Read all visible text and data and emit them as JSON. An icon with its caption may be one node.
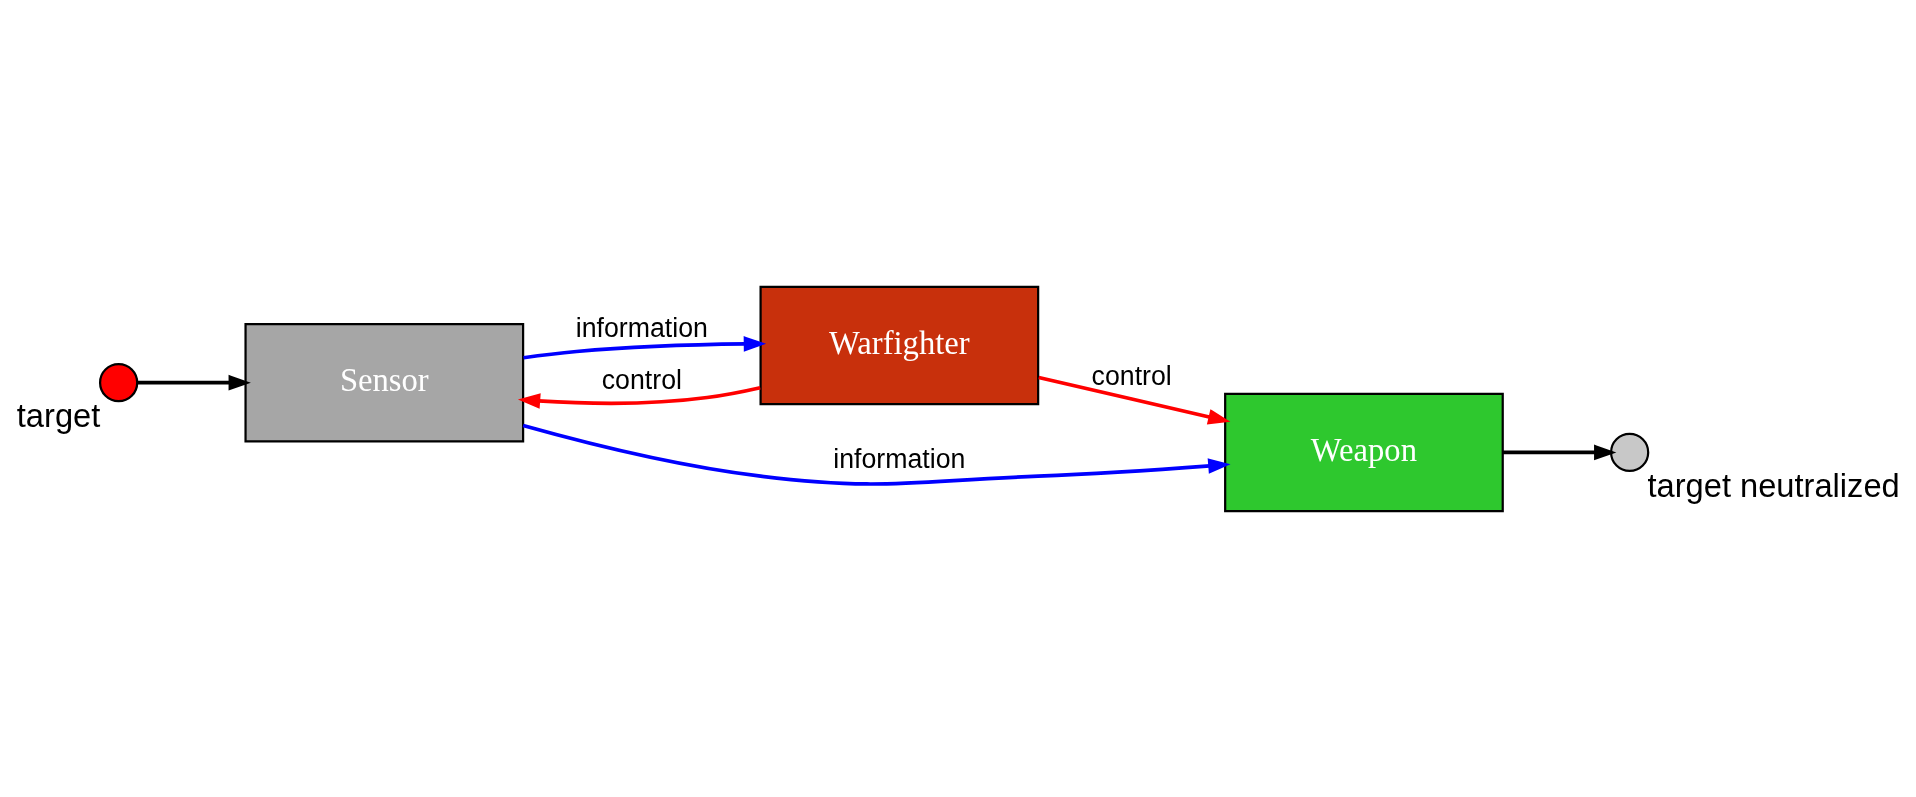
{
  "diagram": {
    "nodes": [
      {
        "text": [],
        "shape": "circle",
        "beside": [
          "target"
        ]
      },
      {
        "text": [
          "Sensor"
        ]
      },
      {
        "text": [
          "Warfighter"
        ]
      },
      {
        "text": [
          "Weapon"
        ]
      },
      {
        "text": [],
        "shape": "circle",
        "beside": [
          "target neutralized"
        ]
      }
    ],
    "edges": [
      {
        "from": 0,
        "to": 1,
        "arrow": "to"
      },
      {
        "from": 1,
        "to": 3,
        "arrow": "to",
        "label": "information",
        "color": "#0000ff"
      },
      {
        "from": 1,
        "to": 2,
        "arrow": "to",
        "label": "information",
        "color": "#0000ff"
      },
      {
        "from": 2,
        "to": 1,
        "arrow": "to",
        "label": "control",
        "color": "#ff0000"
      },
      {
        "from": 2,
        "to": 3,
        "arrow": "to",
        "label": "control",
        "color": "#ff0000"
      },
      {
        "from": 3,
        "to": 4,
        "arrow": "to"
      }
    ]
  }
}
